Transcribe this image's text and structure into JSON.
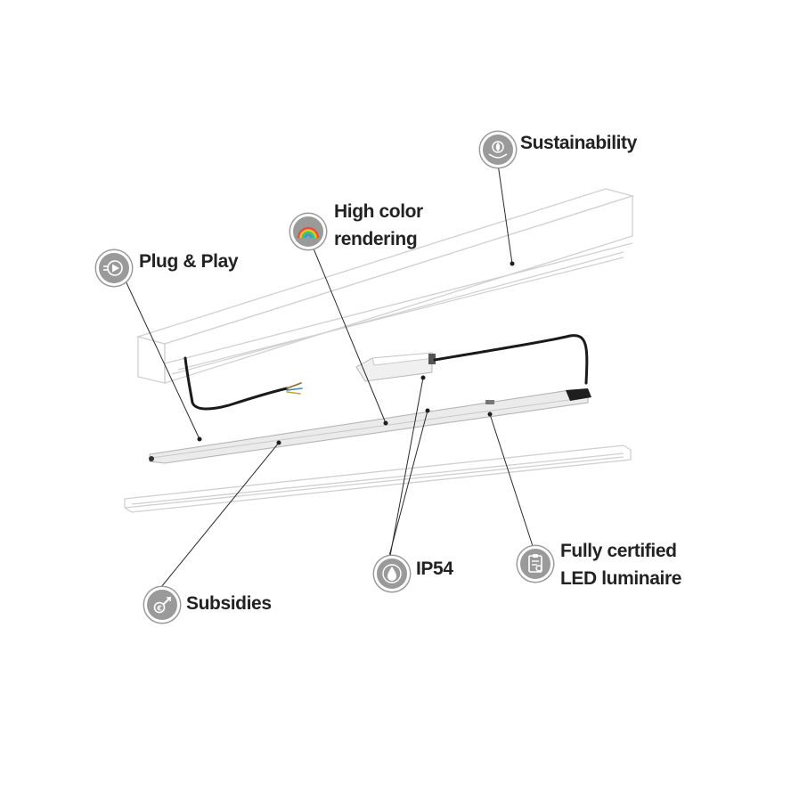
{
  "callouts": {
    "sustainability": {
      "label": "Sustainability",
      "icon": "hands-leaf-icon"
    },
    "high_color_rendering": {
      "label_line1": "High color",
      "label_line2": "rendering",
      "icon": "rainbow-icon"
    },
    "plug_and_play": {
      "label": "Plug & Play",
      "icon": "plug-play-icon"
    },
    "ip54": {
      "label": "IP54",
      "icon": "water-drop-icon"
    },
    "fully_certified": {
      "label_line1": "Fully certified",
      "label_line2": "LED luminaire",
      "icon": "certificate-icon"
    },
    "subsidies": {
      "label": "Subsidies",
      "icon": "money-hand-icon"
    }
  },
  "colors": {
    "badge": "#9a9a9a",
    "text": "#222222",
    "outline": "#d4d4d4",
    "cable": "#1a1a1a"
  }
}
